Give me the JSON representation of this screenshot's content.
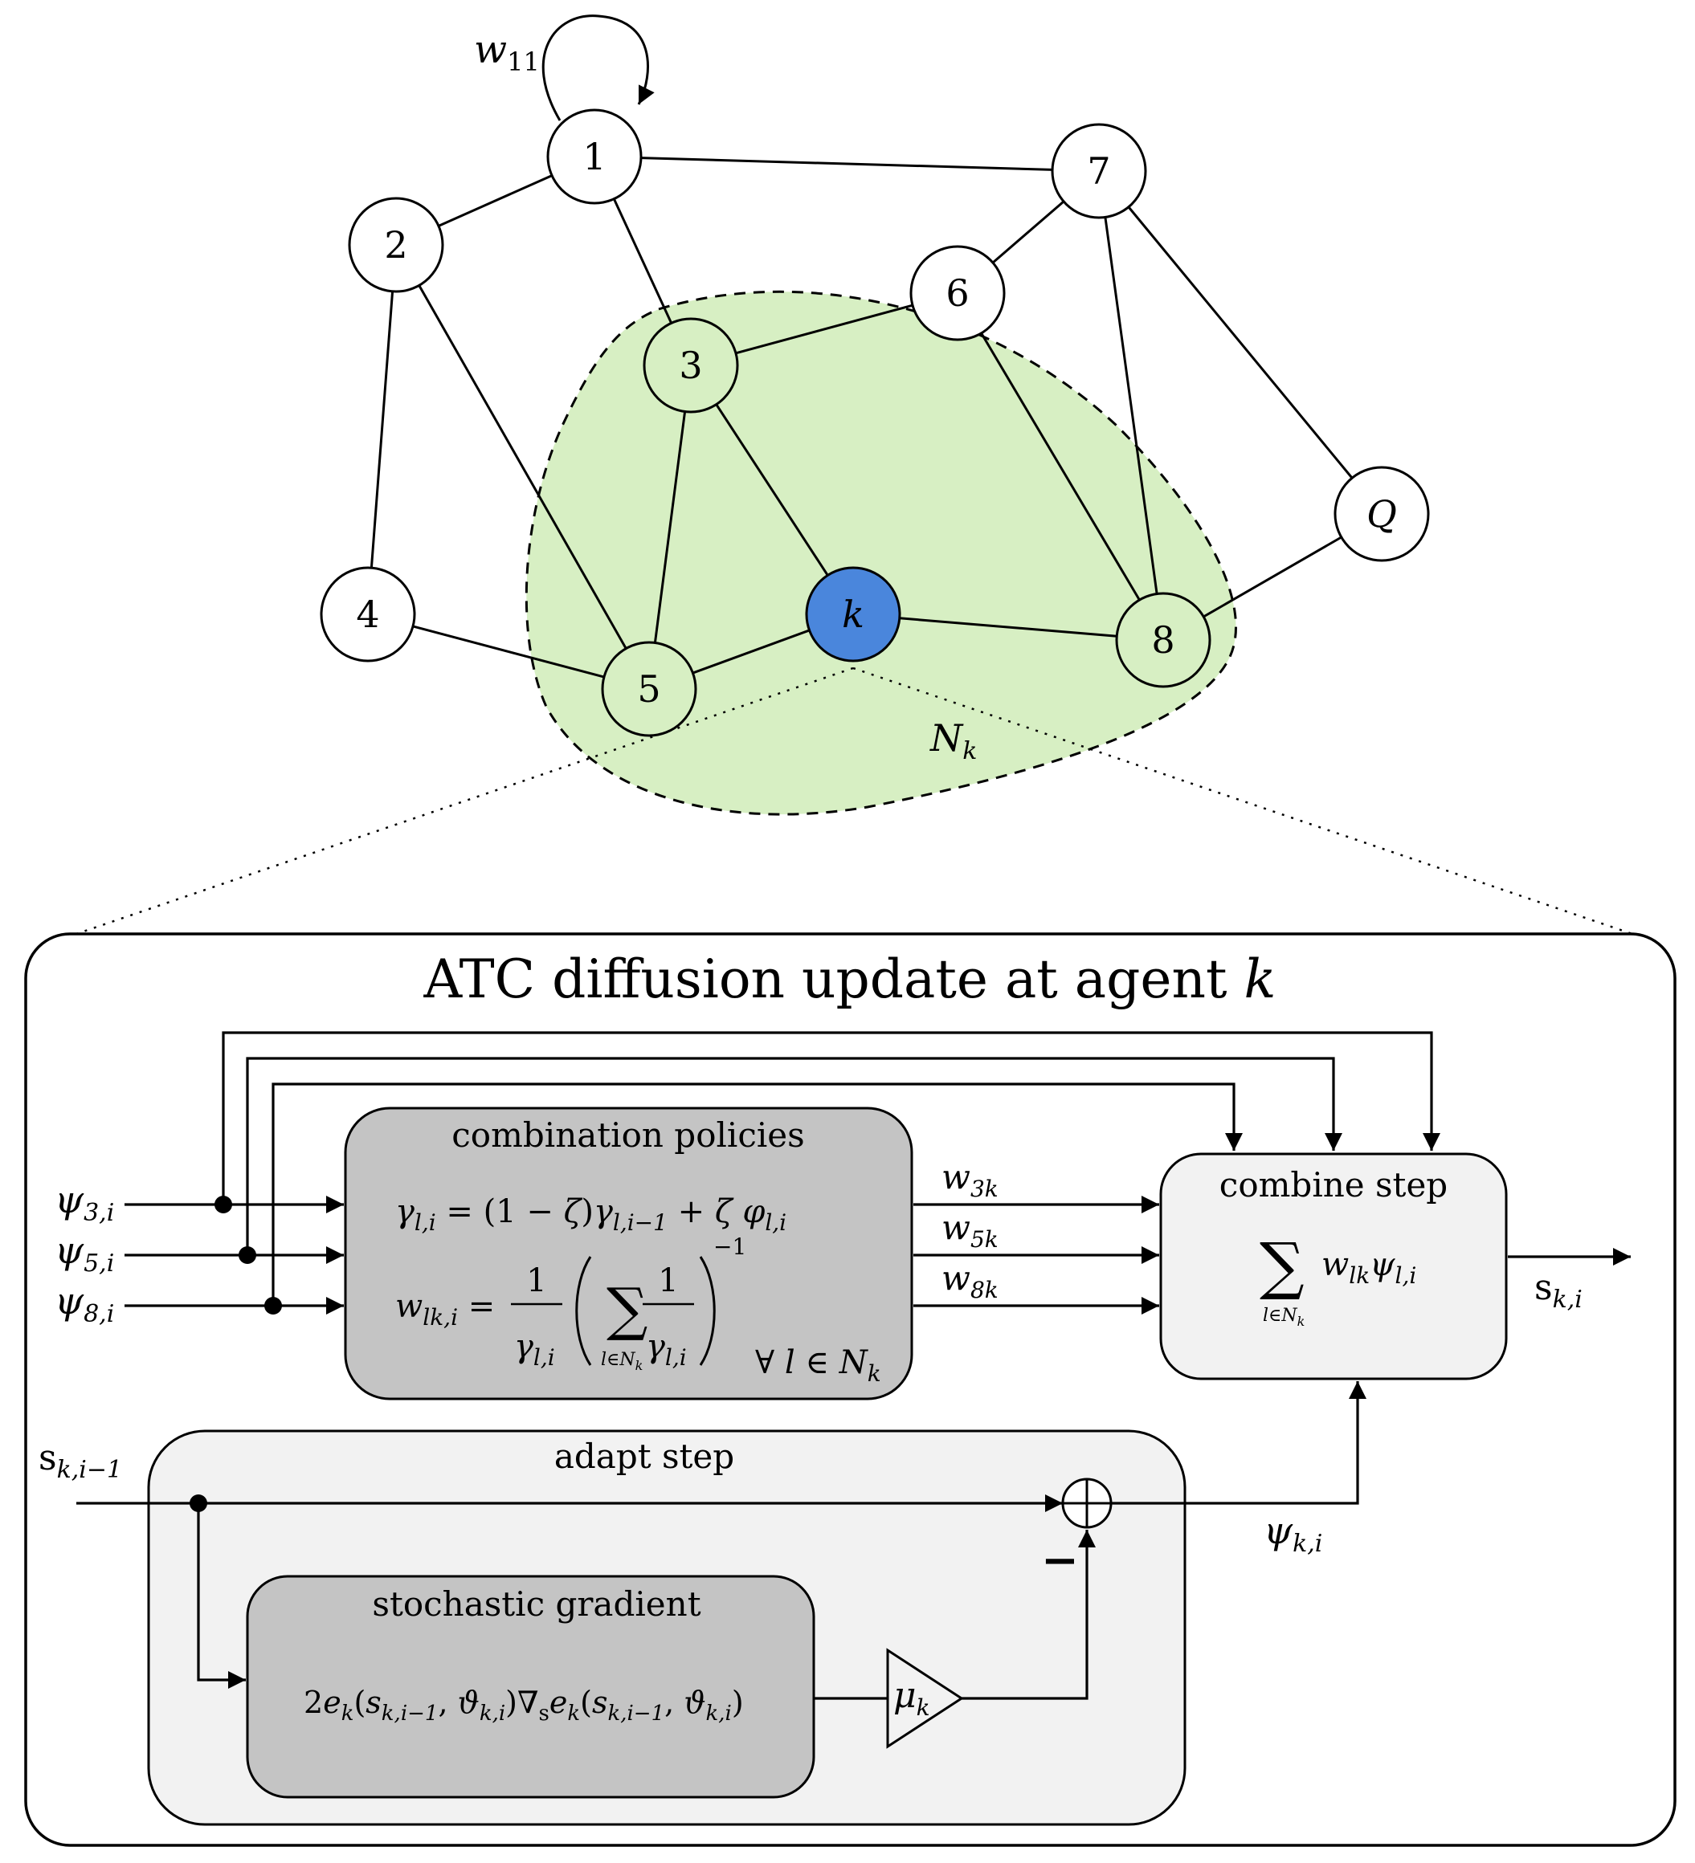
{
  "graph": {
    "self_loop_label": "w",
    "self_loop_label_sub": "11",
    "neighborhood_label": "N",
    "neighborhood_label_sub": "k",
    "nodes": [
      {
        "id": "1",
        "label": "1"
      },
      {
        "id": "2",
        "label": "2"
      },
      {
        "id": "3",
        "label": "3"
      },
      {
        "id": "4",
        "label": "4"
      },
      {
        "id": "5",
        "label": "5"
      },
      {
        "id": "6",
        "label": "6"
      },
      {
        "id": "7",
        "label": "7"
      },
      {
        "id": "8",
        "label": "8"
      },
      {
        "id": "k",
        "label": "k"
      },
      {
        "id": "Q",
        "label": "Q"
      }
    ],
    "edges": [
      [
        "1",
        "2"
      ],
      [
        "1",
        "3"
      ],
      [
        "1",
        "7"
      ],
      [
        "2",
        "4"
      ],
      [
        "2",
        "5"
      ],
      [
        "3",
        "5"
      ],
      [
        "3",
        "6"
      ],
      [
        "3",
        "k"
      ],
      [
        "4",
        "5"
      ],
      [
        "5",
        "k"
      ],
      [
        "6",
        "7"
      ],
      [
        "6",
        "8"
      ],
      [
        "7",
        "8"
      ],
      [
        "7",
        "Q"
      ],
      [
        "8",
        "Q"
      ],
      [
        "k",
        "8"
      ]
    ],
    "colors": {
      "agent_fill": "#4a86dc",
      "neighborhood_fill": "#d7efc3",
      "neighbor_fill": "#d7efc3",
      "node_fill": "#ffffff"
    }
  },
  "panel": {
    "title": "ATC diffusion update at agent ",
    "title_var": "k",
    "combination": {
      "title": "combination policies",
      "forall": "∀ l ∈ N",
      "forall_sub": "k"
    },
    "combine": {
      "title": "combine step",
      "sum_sub": "l∈N"
    },
    "adapt": {
      "title": "adapt step"
    },
    "stochastic": {
      "title": "stochastic gradient"
    },
    "gain_label": "μ",
    "gain_label_sub": "k",
    "minus_sign": "−",
    "inputs": [
      {
        "sym": "ψ",
        "sub": "3,i"
      },
      {
        "sym": "ψ",
        "sub": "5,i"
      },
      {
        "sym": "ψ",
        "sub": "8,i"
      }
    ],
    "weights": [
      {
        "sym": "w",
        "sub": "3k"
      },
      {
        "sym": "w",
        "sub": "5k"
      },
      {
        "sym": "w",
        "sub": "8k"
      }
    ],
    "output": {
      "sym": "s",
      "sub": "k,i"
    },
    "prev_state": {
      "sym": "s",
      "sub": "k,i−1"
    },
    "intermediate": {
      "sym": "ψ",
      "sub": "k,i"
    },
    "colors": {
      "panel_fill": "#ffffff",
      "dark_box": "#c4c4c4",
      "light_box": "#f2f2f2"
    }
  }
}
